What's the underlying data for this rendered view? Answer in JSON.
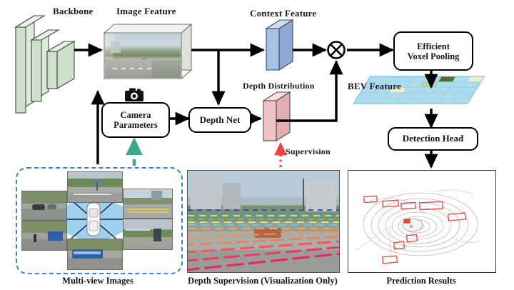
{
  "figure": {
    "domain": "architecture-diagram",
    "title": "BEV depth-based 3D detection pipeline"
  },
  "labels": {
    "backbone": "Backbone",
    "image_feature": "Image Feature",
    "context_feature": "Context Feature",
    "depth_distribution": "Depth Distribution",
    "bev_feature": "BEV Feature",
    "supervision": "Supervision"
  },
  "boxes": {
    "camera_parameters": {
      "line1": "Camera",
      "line2": "Parameters"
    },
    "depth_net": {
      "line1": "Depth Net"
    },
    "efficient_voxel_pooling": {
      "line1": "Efficient",
      "line2": "Voxel Pooling"
    },
    "detection_head": {
      "line1": "Detection Head"
    }
  },
  "captions": {
    "multi_view": "Multi-view Images",
    "depth_supervision": "Depth Supervision (Visualization Only)",
    "prediction": "Prediction Results"
  },
  "operators": {
    "multiply": "⊗"
  },
  "icons": {
    "camera": "camera-icon",
    "vehicle": "ego-vehicle-icon",
    "multiply": "multiply-operator-icon"
  },
  "colors": {
    "backbone_slab": "#cfe0cb",
    "context_slab": "#a8c0e4",
    "depth_slab": "#f2c3c6",
    "bev_grid": "#aedcec",
    "bev_cell_highlight_dark": "#5d6b2a",
    "bev_cell_highlight_mid": "#c3cf8e",
    "bev_cell_highlight_light": "#eef0c8",
    "supervision_arrow": "#f0433f",
    "camera_param_arrow": "#3fa88d",
    "dashed_border": "#3d7fd6",
    "fov_cone": "#9ed0f0",
    "prediction_box": "#e8483f",
    "arrow": "#000000"
  },
  "bev_grid": {
    "cols": 8,
    "rows": 5,
    "highlighted_cells": [
      {
        "col": 5,
        "row": 0,
        "shade": "dark"
      },
      {
        "col": 7,
        "row": 0,
        "shade": "light"
      },
      {
        "col": 4,
        "row": 1,
        "shade": "mid"
      },
      {
        "col": 2,
        "row": 2,
        "shade": "light"
      }
    ]
  },
  "multi_view": {
    "view_count": 6,
    "views": [
      {
        "position": "front",
        "scene": "road with traffic sign and trees"
      },
      {
        "position": "front-left",
        "scene": "road with parked cars under trees"
      },
      {
        "position": "front-right",
        "scene": "city street with buildings"
      },
      {
        "position": "back-left",
        "scene": "sidewalk with pedestrian and bus"
      },
      {
        "position": "back-right",
        "scene": "overpass with kiosk and greenery"
      },
      {
        "position": "back",
        "scene": "blue bus on roadway"
      }
    ]
  },
  "depth_supervision": {
    "overlay": "projected lidar depth points",
    "near_color": "#e8246b",
    "mid_color": "#f08a3c",
    "far_color": "#3b4fa8",
    "scene": "urban intersection with buildings, trees and a car"
  },
  "prediction": {
    "scene": "bird-eye-view lidar point cloud",
    "box_count": 10,
    "box_color": "#e8483f"
  }
}
